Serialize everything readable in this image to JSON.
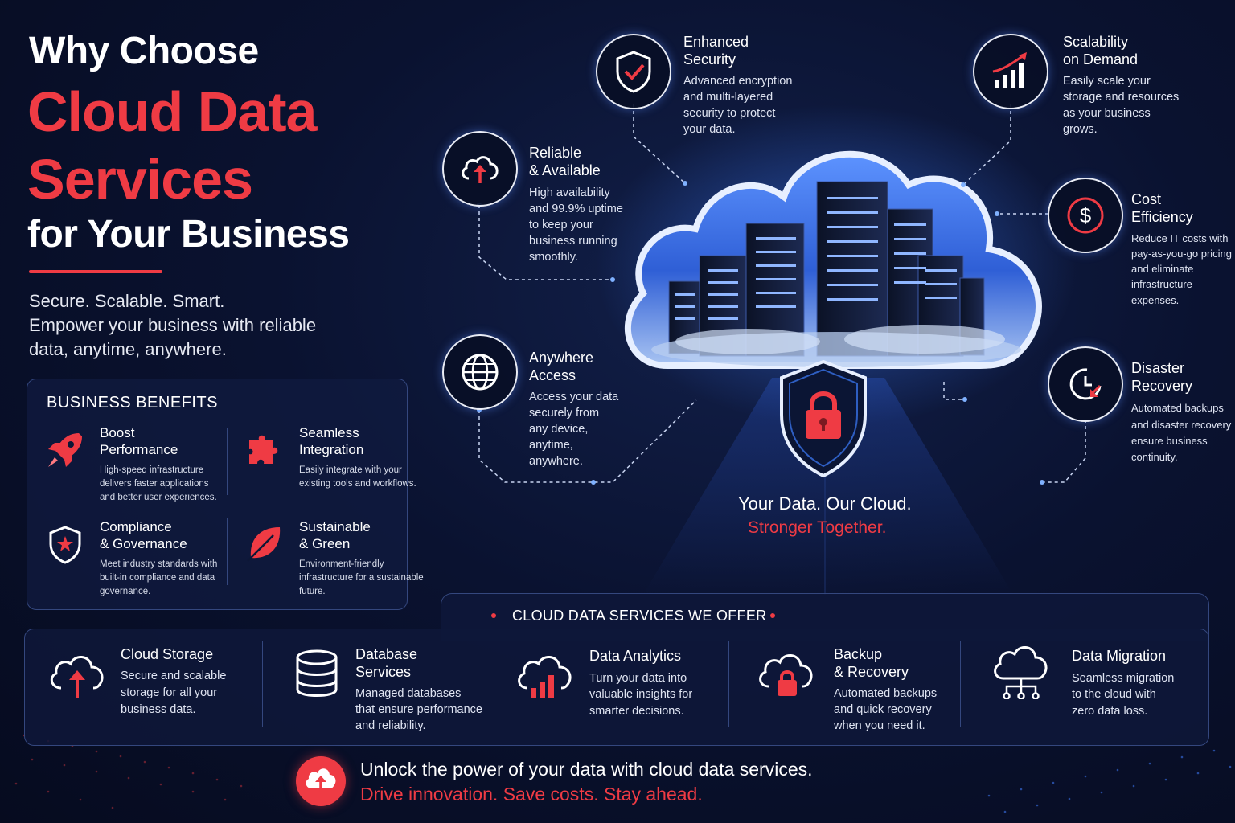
{
  "hero": {
    "line1": "Why Choose",
    "line2": "Cloud Data",
    "line3": "Services",
    "line4": "for Your Business",
    "intro_line1": "Secure. Scalable. Smart.",
    "intro_line2": "Empower your business with reliable",
    "intro_line3": "data, anytime, anywhere."
  },
  "benefits": {
    "title": "BUSINESS BENEFITS",
    "items": [
      {
        "icon": "rocket-icon",
        "title1": "Boost",
        "title2": "Performance",
        "desc": "High-speed infrastructure delivers faster applications and better user experiences."
      },
      {
        "icon": "puzzle-icon",
        "title1": "Seamless",
        "title2": "Integration",
        "desc": "Easily integrate with your existing tools and workflows."
      },
      {
        "icon": "shield-check-icon",
        "title1": "Compliance",
        "title2": "& Governance",
        "desc": "Meet industry standards with built-in compliance and data governance."
      },
      {
        "icon": "leaf-icon",
        "title1": "Sustainable",
        "title2": "& Green",
        "desc": "Environment-friendly infrastructure for a sustainable future."
      }
    ]
  },
  "features": {
    "security": {
      "icon": "shield-check-icon",
      "title1": "Enhanced",
      "title2": "Security",
      "desc": [
        "Advanced encryption",
        "and multi-layered",
        "security to protect",
        "your data."
      ]
    },
    "scalability": {
      "icon": "growth-chart-icon",
      "title1": "Scalability",
      "title2": "on Demand",
      "desc": [
        "Easily scale your",
        "storage and resources",
        "as your business",
        "grows."
      ]
    },
    "reliable": {
      "icon": "cloud-upload-icon",
      "title1": "Reliable",
      "title2": "& Available",
      "desc": [
        "High availability",
        "and 99.9% uptime",
        "to keep your",
        "business running",
        "smoothly."
      ]
    },
    "cost": {
      "icon": "dollar-icon",
      "title1": "Cost",
      "title2": "Efficiency",
      "desc": [
        "Reduce IT costs with",
        "pay-as-you-go pricing",
        "and eliminate",
        "infrastructure",
        "expenses."
      ]
    },
    "access": {
      "icon": "globe-icon",
      "title1": "Anywhere",
      "title2": "Access",
      "desc": [
        "Access your data",
        "securely from",
        "any device,",
        "anytime,",
        "anywhere."
      ]
    },
    "disaster": {
      "icon": "clock-recovery-icon",
      "title1": "Disaster",
      "title2": "Recovery",
      "desc": [
        "Automated backups",
        "and disaster recovery",
        "ensure business",
        "continuity."
      ]
    }
  },
  "tagline": {
    "line1": "Your Data. Our Cloud.",
    "line2": "Stronger Together."
  },
  "services": {
    "heading": "CLOUD DATA SERVICES WE OFFER",
    "items": [
      {
        "icon": "cloud-upload-icon",
        "title1": "Cloud Storage",
        "title2": "",
        "desc": [
          "Secure and scalable",
          "storage for all your",
          "business data."
        ]
      },
      {
        "icon": "database-icon",
        "title1": "Database",
        "title2": "Services",
        "desc": [
          "Managed databases",
          "that ensure performance",
          "and reliability."
        ]
      },
      {
        "icon": "cloud-analytics-icon",
        "title1": "Data Analytics",
        "title2": "",
        "desc": [
          "Turn your data into",
          "valuable insights for",
          "smarter decisions."
        ]
      },
      {
        "icon": "cloud-lock-icon",
        "title1": "Backup",
        "title2": "& Recovery",
        "desc": [
          "Automated backups",
          "and quick recovery",
          "when you need it."
        ]
      },
      {
        "icon": "cloud-network-icon",
        "title1": "Data Migration",
        "title2": "",
        "desc": [
          "Seamless migration",
          "to the cloud with",
          "zero data loss."
        ]
      }
    ]
  },
  "cta": {
    "icon": "cloud-upload-icon",
    "line1": "Unlock the power of your data with cloud data services.",
    "line2": "Drive innovation. Save costs. Stay ahead."
  },
  "colors": {
    "accent": "#ef3b44",
    "background": "#0a1230",
    "panel_border": "#34477e",
    "glow": "#3d7dff"
  }
}
